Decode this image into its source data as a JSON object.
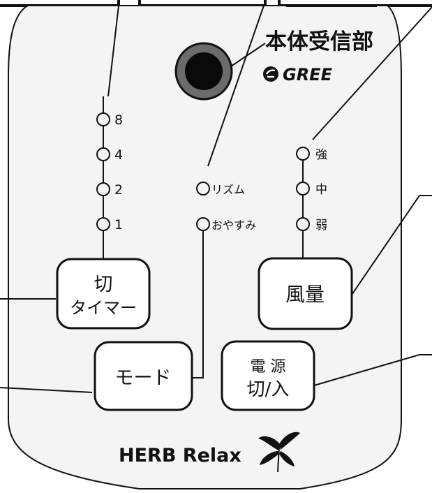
{
  "panel": {
    "receiver_label": "本体受信部",
    "brand_name": "GREE",
    "product_name": "HERB Relax"
  },
  "timer": {
    "indicators": [
      "8",
      "4",
      "2",
      "1"
    ],
    "button_line1": "切",
    "button_line2": "タイマー"
  },
  "mode": {
    "indicators": [
      "リズム",
      "おやすみ"
    ],
    "button_label": "モード"
  },
  "fan": {
    "indicators": [
      "強",
      "中",
      "弱"
    ],
    "button_label": "風量"
  },
  "power": {
    "button_line1": "電 源",
    "button_line2": "切/入"
  },
  "icons": [
    "leaf-logo-icon",
    "gree-swirl-icon"
  ],
  "colors": {
    "ink": "#111111",
    "panel_bg": "#f4f4f4",
    "receiver_ring": "#6b6b6b"
  }
}
